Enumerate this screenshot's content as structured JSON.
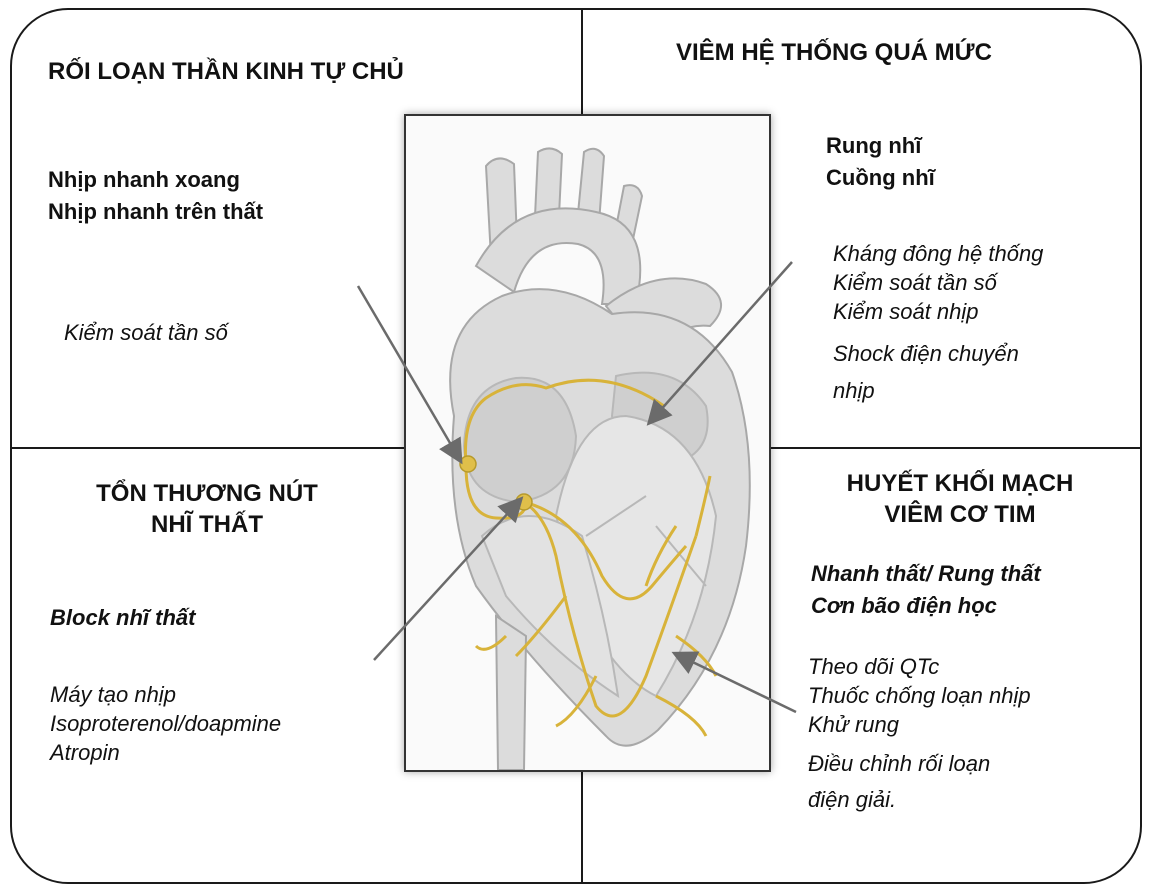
{
  "quadrants": {
    "top_left": {
      "title": "RỐI LOẠN THẦN KINH TỰ CHỦ",
      "arrhythmias": [
        "Nhịp nhanh xoang",
        "Nhịp nhanh trên thất"
      ],
      "treatments": [
        "Kiểm soát tần số"
      ]
    },
    "top_right": {
      "title": "VIÊM HỆ THỐNG QUÁ MỨC",
      "arrhythmias": [
        "Rung nhĩ",
        "Cuồng nhĩ"
      ],
      "treatments": [
        "Kháng đông hệ thống",
        "Kiểm soát tần số",
        "Kiểm soát nhịp",
        "Shock điện chuyển",
        "nhịp"
      ]
    },
    "bottom_left": {
      "title_lines": [
        "TỔN THƯƠNG NÚT",
        "NHĨ THẤT"
      ],
      "arrhythmias": [
        "Block nhĩ thất"
      ],
      "treatments": [
        "Máy tạo nhịp",
        "Isoproterenol/doapmine",
        "Atropin"
      ]
    },
    "bottom_right": {
      "title_lines": [
        "HUYẾT KHỐI MẠCH",
        "VIÊM CƠ TIM"
      ],
      "arrhythmias": [
        "Nhanh thất/ Rung thất",
        "Cơn bão điện học"
      ],
      "treatments": [
        "Theo dõi QTc",
        "Thuốc chống loạn nhịp",
        "Khử rung",
        "Điều chỉnh rối loạn",
        "điện giải."
      ]
    }
  },
  "colors": {
    "conduction": "#d8b33a",
    "heart_fill": "#d9d9d9",
    "heart_stroke": "#a8a8a8",
    "pointer": "#6b6b6b"
  },
  "icons": {
    "heart": "heart-conduction-illustration"
  }
}
